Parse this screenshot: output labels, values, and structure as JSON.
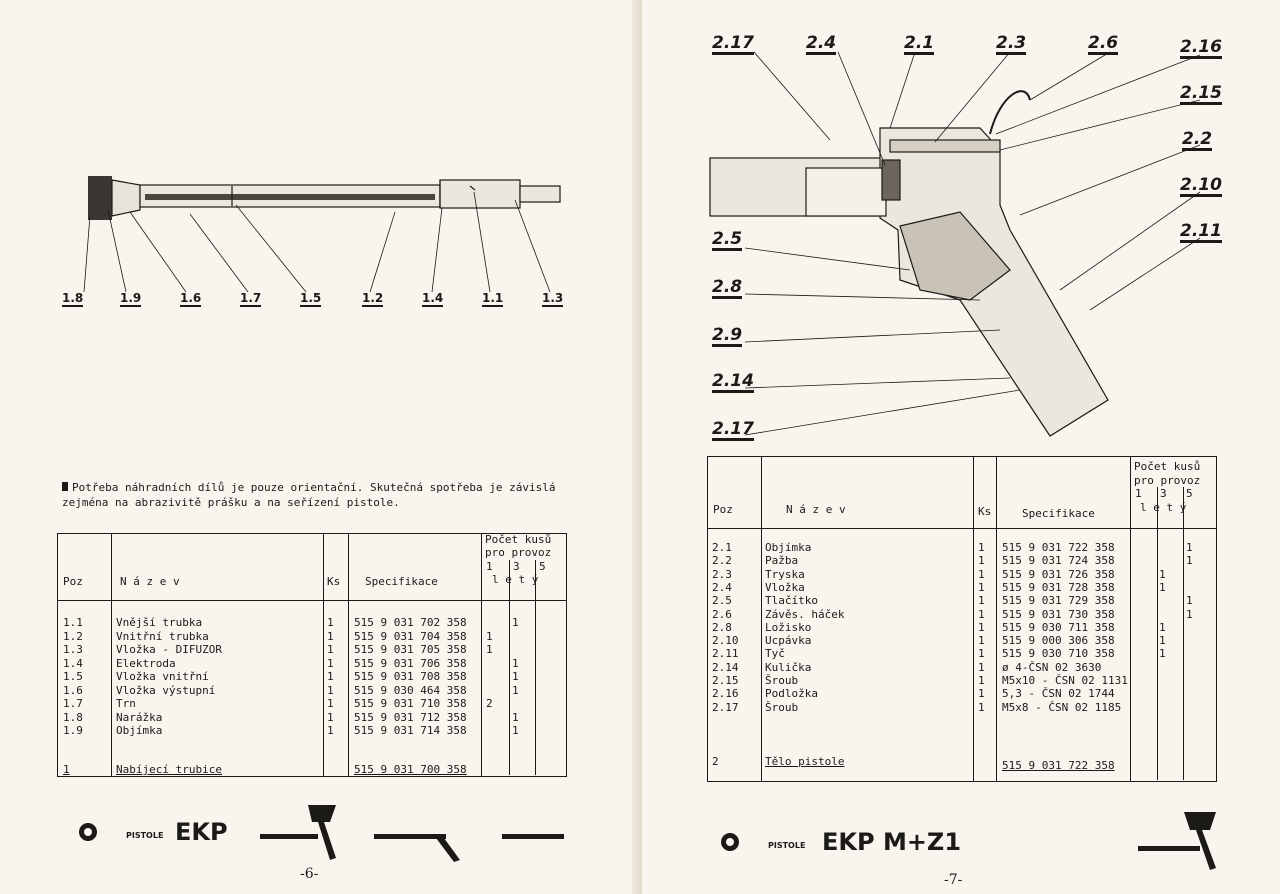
{
  "left": {
    "callouts": [
      "1.8",
      "1.9",
      "1.6",
      "1.7",
      "1.5",
      "1.2",
      "1.4",
      "1.1",
      "1.3"
    ],
    "note": "Potřeba náhradních dílů je pouze orientační. Skutečná spotřeba je závislá zejména na abrazivitě prášku a na seřízení pistole.",
    "table": {
      "headers": {
        "pos": "Poz",
        "name": "N á z e v",
        "ks": "Ks",
        "spec": "Specifikace",
        "count": "Počet kusů",
        "count2": "pro provoz",
        "y1": "1",
        "y3": "3",
        "y5": "5",
        "years": "l e t ý"
      },
      "rows": [
        {
          "pos": "1.1",
          "name": "Vnější trubka",
          "ks": "1",
          "spec": "515 9 031 702 358",
          "c1": "",
          "c3": "1",
          "c5": ""
        },
        {
          "pos": "1.2",
          "name": "Vnitřní trubka",
          "ks": "1",
          "spec": "515 9 031 704 358",
          "c1": "1",
          "c3": "",
          "c5": ""
        },
        {
          "pos": "1.3",
          "name": "Vložka - DIFUZOR",
          "ks": "1",
          "spec": "515 9 031 705 358",
          "c1": "1",
          "c3": "",
          "c5": ""
        },
        {
          "pos": "1.4",
          "name": "Elektroda",
          "ks": "1",
          "spec": "515 9 031 706 358",
          "c1": "",
          "c3": "1",
          "c5": ""
        },
        {
          "pos": "1.5",
          "name": "Vložka vnitřní",
          "ks": "1",
          "spec": "515 9 031 708 358",
          "c1": "",
          "c3": "1",
          "c5": ""
        },
        {
          "pos": "1.6",
          "name": "Vložka výstupní",
          "ks": "1",
          "spec": "515 9 030 464 358",
          "c1": "",
          "c3": "1",
          "c5": ""
        },
        {
          "pos": "1.7",
          "name": "Trn",
          "ks": "1",
          "spec": "515 9 031 710 358",
          "c1": "2",
          "c3": "",
          "c5": ""
        },
        {
          "pos": "1.8",
          "name": "Narážka",
          "ks": "1",
          "spec": "515 9 031 712 358",
          "c1": "",
          "c3": "1",
          "c5": ""
        },
        {
          "pos": "1.9",
          "name": "Objímka",
          "ks": "1",
          "spec": "515 9 031 714 358",
          "c1": "",
          "c3": "1",
          "c5": ""
        }
      ],
      "total": {
        "pos": "1",
        "name": "Nabíjecí trubice",
        "spec": "515 9 031 700 358"
      }
    },
    "footer": {
      "small": "PISTOLE",
      "big": "EKP",
      "page": "-6-"
    }
  },
  "right": {
    "callouts": [
      "2.17",
      "2.4",
      "2.1",
      "2.3",
      "2.6",
      "2.16",
      "2.15",
      "2.2",
      "2.10",
      "2.11",
      "2.5",
      "2.8",
      "2.9",
      "2.14",
      "2.17"
    ],
    "table": {
      "headers": {
        "pos": "Poz",
        "name": "N á z e v",
        "ks": "Ks",
        "spec": "Specifikace",
        "count": "Počet kusů",
        "count2": "pro provoz",
        "y1": "1",
        "y3": "3",
        "y5": "5",
        "years": "l e t ý"
      },
      "rows": [
        {
          "pos": "2.1",
          "name": "Objímka",
          "ks": "1",
          "spec": "515 9 031 722 358",
          "c1": "",
          "c3": "",
          "c5": "1"
        },
        {
          "pos": "2.2",
          "name": "Pažba",
          "ks": "1",
          "spec": "515 9 031 724 358",
          "c1": "",
          "c3": "",
          "c5": "1"
        },
        {
          "pos": "2.3",
          "name": "Tryska",
          "ks": "1",
          "spec": "515 9 031 726 358",
          "c1": "",
          "c3": "1",
          "c5": ""
        },
        {
          "pos": "2.4",
          "name": "Vložka",
          "ks": "1",
          "spec": "515 9 031 728 358",
          "c1": "",
          "c3": "1",
          "c5": ""
        },
        {
          "pos": "2.5",
          "name": "Tlačítko",
          "ks": "1",
          "spec": "515 9 031 729 358",
          "c1": "",
          "c3": "",
          "c5": "1"
        },
        {
          "pos": "2.6",
          "name": "Závěs. háček",
          "ks": "1",
          "spec": "515 9 031 730 358",
          "c1": "",
          "c3": "",
          "c5": "1"
        },
        {
          "pos": "2.8",
          "name": "Ložisko",
          "ks": "1",
          "spec": "515 9 030 711 358",
          "c1": "",
          "c3": "1",
          "c5": ""
        },
        {
          "pos": "2.10",
          "name": "Ucpávka",
          "ks": "1",
          "spec": "515 9 000 306 358",
          "c1": "",
          "c3": "1",
          "c5": ""
        },
        {
          "pos": "2.11",
          "name": "Tyč",
          "ks": "1",
          "spec": "515 9 030 710 358",
          "c1": "",
          "c3": "1",
          "c5": ""
        },
        {
          "pos": "2.14",
          "name": "Kulička",
          "ks": "1",
          "spec": "ø 4-ČSN 02 3630",
          "c1": "",
          "c3": "",
          "c5": ""
        },
        {
          "pos": "2.15",
          "name": "Šroub",
          "ks": "1",
          "spec": "M5x10 - ČSN 02 1131",
          "c1": "",
          "c3": "",
          "c5": ""
        },
        {
          "pos": "2.16",
          "name": "Podložka",
          "ks": "1",
          "spec": "5,3 - ČSN  02 1744",
          "c1": "",
          "c3": "",
          "c5": ""
        },
        {
          "pos": "2.17",
          "name": "Šroub",
          "ks": "1",
          "spec": "M5x8 - ČSN 02 1185",
          "c1": "",
          "c3": "",
          "c5": ""
        }
      ],
      "total": {
        "pos": "2",
        "name": "Tělo pistole",
        "spec": "515 9 031 722 358"
      }
    },
    "footer": {
      "small": "PISTOLE",
      "big": "EKP M+Z1",
      "page": "-7-"
    }
  }
}
